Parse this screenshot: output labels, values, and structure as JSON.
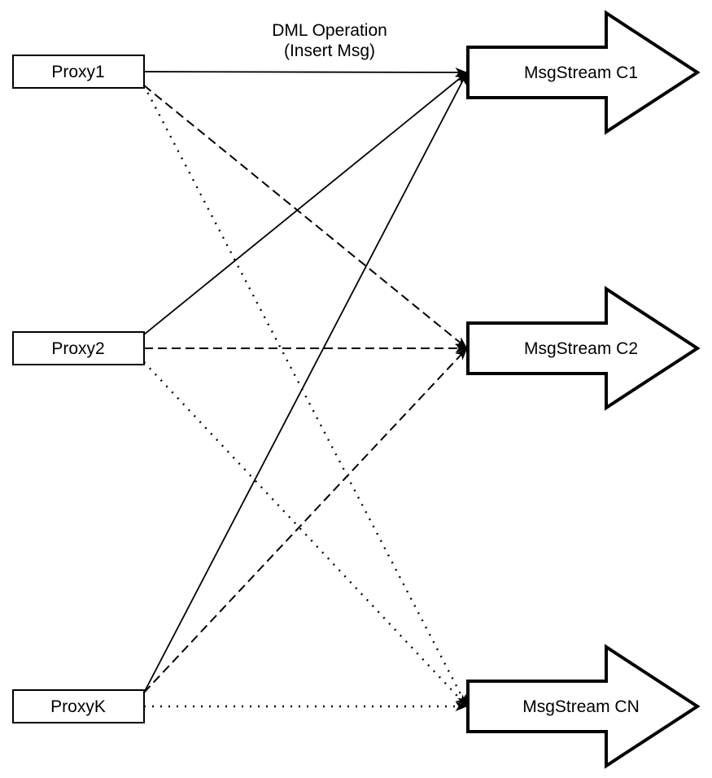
{
  "diagram": {
    "annotation": {
      "line1": "DML Operation",
      "line2": "(Insert Msg)"
    },
    "proxies": [
      {
        "id": "proxy1",
        "label": "Proxy1"
      },
      {
        "id": "proxy2",
        "label": "Proxy2"
      },
      {
        "id": "proxyk",
        "label": "ProxyK"
      }
    ],
    "streams": [
      {
        "id": "c1",
        "label": "MsgStream C1"
      },
      {
        "id": "c2",
        "label": "MsgStream C2"
      },
      {
        "id": "cn",
        "label": "MsgStream CN"
      }
    ],
    "edges": [
      {
        "from": "proxy1",
        "to": "c1",
        "style": "solid"
      },
      {
        "from": "proxy2",
        "to": "c1",
        "style": "solid"
      },
      {
        "from": "proxyk",
        "to": "c1",
        "style": "solid"
      },
      {
        "from": "proxy1",
        "to": "c2",
        "style": "dashed"
      },
      {
        "from": "proxy2",
        "to": "c2",
        "style": "dashed"
      },
      {
        "from": "proxyk",
        "to": "c2",
        "style": "dashed"
      },
      {
        "from": "proxy1",
        "to": "cn",
        "style": "dotted"
      },
      {
        "from": "proxy2",
        "to": "cn",
        "style": "dotted"
      },
      {
        "from": "proxyk",
        "to": "cn",
        "style": "dotted"
      }
    ],
    "colors": {
      "line": "#000000",
      "background": "#ffffff",
      "text": "#000000"
    }
  }
}
